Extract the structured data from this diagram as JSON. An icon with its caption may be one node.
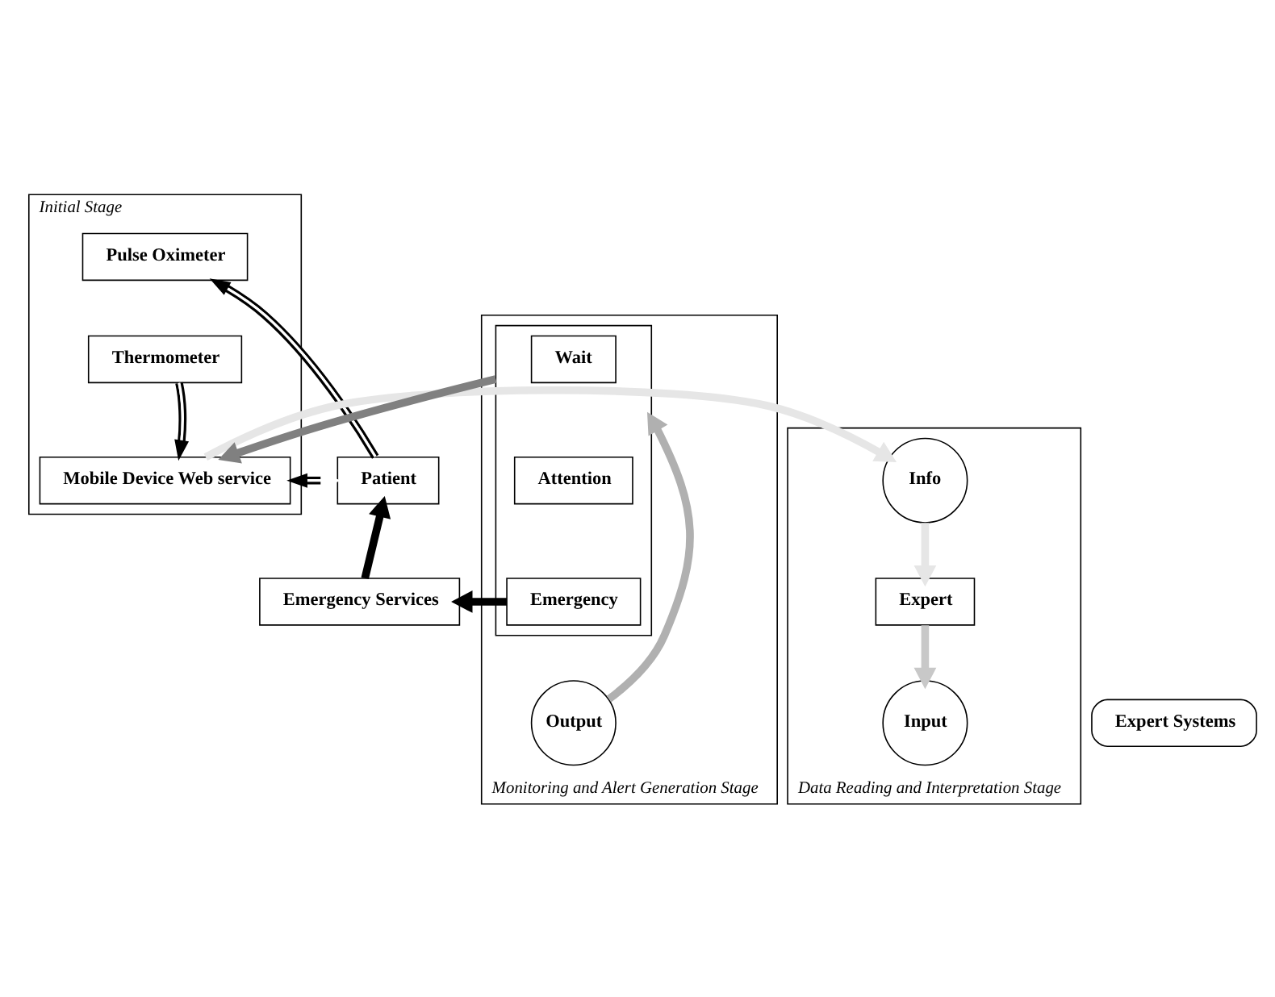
{
  "diagram": {
    "nodes": [
      {
        "text": [
          "Initial Stage"
        ]
      },
      {
        "text": [
          "Pulse Oximeter"
        ],
        "in": 0
      },
      {
        "text": [
          "Thermometer"
        ],
        "in": 0
      },
      {
        "text": [
          "Mobile Device Web service"
        ],
        "in": 0
      },
      {
        "text": [
          "Patient"
        ]
      },
      {
        "text": [
          "Data Reading and Interpretation Stage"
        ]
      },
      {
        "text": [
          "Info"
        ],
        "in": 5
      },
      {
        "text": [
          "Expert"
        ],
        "in": 5
      },
      {
        "text": [
          "Input"
        ],
        "in": 5
      },
      {
        "text": [
          "Monitoring and Alert Generation Stage"
        ]
      },
      {
        "text": [],
        "shape": "box",
        "in": 9
      },
      {
        "text": [
          "Wait"
        ],
        "in": 10
      },
      {
        "text": [
          "Attention"
        ],
        "in": 10
      },
      {
        "text": [
          "Emergency"
        ],
        "in": 10
      },
      {
        "text": [
          "Output"
        ],
        "in": 9
      },
      {
        "text": [
          "Expert Systems"
        ]
      },
      {
        "text": [
          "Emergency Services"
        ]
      }
    ],
    "edges": [
      {
        "from": 4,
        "to": 1,
        "arrow": "to"
      },
      {
        "from": 2,
        "to": 3,
        "arrow": "to"
      },
      {
        "from": 4,
        "to": 3,
        "arrow": "both"
      },
      {
        "from": 3,
        "to": 6,
        "arrow": "to",
        "color": "#e6e6e6"
      },
      {
        "from": 6,
        "to": 7,
        "arrow": "to",
        "color": "#e6e6e6"
      },
      {
        "from": 7,
        "to": 8,
        "arrow": "to",
        "color": "#c8c8c8"
      },
      {
        "from": 14,
        "to": 10,
        "arrow": "to",
        "color": "#b0b0b0"
      },
      {
        "from": 10,
        "to": 3,
        "arrow": "to",
        "color": "#808080"
      },
      {
        "from": 13,
        "to": 16,
        "arrow": "to",
        "color": "#000000"
      },
      {
        "from": 16,
        "to": 4,
        "arrow": "to",
        "color": "#000000"
      }
    ]
  }
}
